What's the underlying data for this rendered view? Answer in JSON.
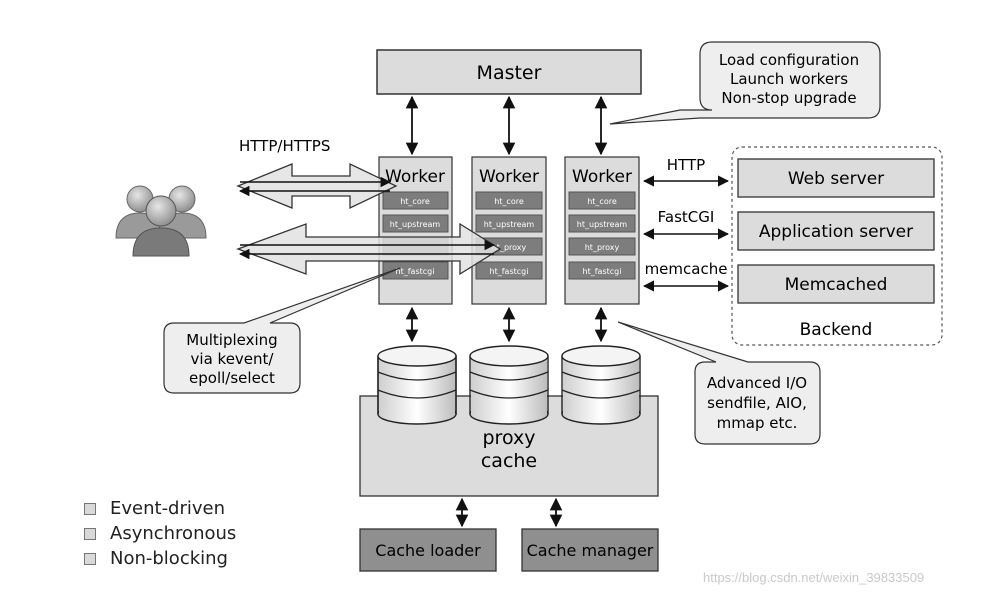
{
  "master": {
    "label": "Master"
  },
  "callout_top": {
    "lines": [
      "Load configuration",
      "Launch workers",
      "Non-stop upgrade"
    ]
  },
  "callout_left": {
    "lines": [
      "Multiplexing",
      "via kevent/",
      "epoll/select"
    ]
  },
  "callout_right": {
    "lines": [
      "Advanced I/O",
      "sendfile, AIO,",
      "mmap etc."
    ]
  },
  "protocol_label": "HTTP/HTTPS",
  "workers": [
    {
      "title": "Worker",
      "modules": [
        "ht_core",
        "ht_upstream",
        "",
        "ht_fastcgi"
      ]
    },
    {
      "title": "Worker",
      "modules": [
        "ht_core",
        "ht_upstream",
        "ht_proxy",
        "ht_fastcgi"
      ]
    },
    {
      "title": "Worker",
      "modules": [
        "ht_core",
        "ht_upstream",
        "ht_proxy",
        "ht_fastcgi"
      ]
    }
  ],
  "backend_protocols": [
    "HTTP",
    "FastCGI",
    "memcache"
  ],
  "backend": {
    "servers": [
      "Web server",
      "Application server",
      "Memcached"
    ],
    "label": "Backend"
  },
  "proxy_cache": {
    "lines": [
      "proxy",
      "cache"
    ]
  },
  "cache_loader": {
    "label": "Cache loader"
  },
  "cache_manager": {
    "label": "Cache manager"
  },
  "legend": {
    "items": [
      "Event-driven",
      "Asynchronous",
      "Non-blocking"
    ]
  },
  "watermark": "https://blog.csdn.net/weixin_39833509",
  "colors": {
    "box_fill": "#dcdcdc",
    "dark_box_fill": "#8f8f8f",
    "module_fill": "#7d7d7d",
    "callout_fill": "#eeeeee",
    "stroke": "#2a2a2a"
  },
  "icons": {
    "users": "users-group-icon",
    "database": "database-cylinder-icon"
  }
}
